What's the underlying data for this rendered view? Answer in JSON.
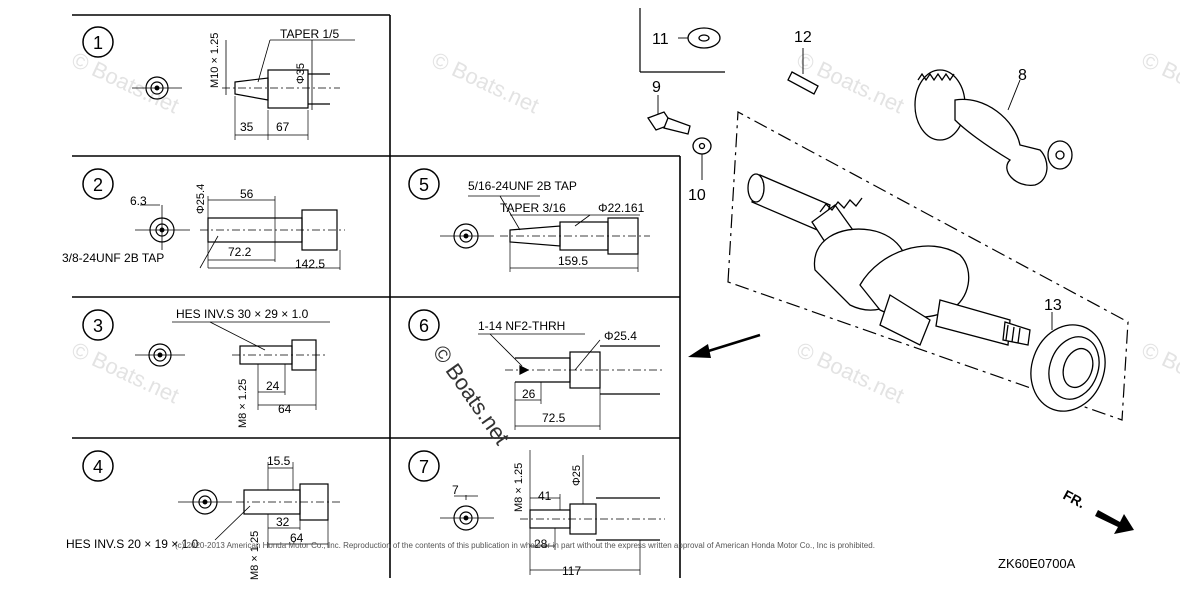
{
  "watermark": "© Boats.net",
  "copyright": "(c) 2020-2013 American Honda Motor Co., Inc. Reproduction of the contents of this publication in whole or in part without the express written approval of American Honda Motor Co., Inc is prohibited.",
  "diagram_code": "ZK60E0700A",
  "front_marker": "FR.",
  "part_callouts": [
    "8",
    "9",
    "10",
    "11",
    "12",
    "13"
  ],
  "shaft_types": [
    {
      "number": "1",
      "labels": [
        "TAPER 1/5",
        "M10 × 1.25",
        "Φ35",
        "35",
        "67"
      ]
    },
    {
      "number": "2",
      "labels": [
        "6.3",
        "Φ25.4",
        "56",
        "3/8-24UNF 2B TAP",
        "72.2",
        "142.5"
      ]
    },
    {
      "number": "3",
      "labels": [
        "HES INV.S 30 × 29 × 1.0",
        "M8 × 1.25",
        "24",
        "64"
      ]
    },
    {
      "number": "4",
      "labels": [
        "15.5",
        "HES INV.S 20 × 19 × 1.0",
        "M8 × 1.25",
        "32",
        "64"
      ]
    },
    {
      "number": "5",
      "labels": [
        "5/16-24UNF 2B TAP",
        "TAPER 3/16",
        "Φ22.161",
        "159.5"
      ]
    },
    {
      "number": "6",
      "labels": [
        "1-14 NF2-THRH",
        "Φ25.4",
        "26",
        "72.5"
      ]
    },
    {
      "number": "7",
      "labels": [
        "M8 × 1.25",
        "Φ25",
        "41",
        "28",
        "117"
      ]
    }
  ]
}
